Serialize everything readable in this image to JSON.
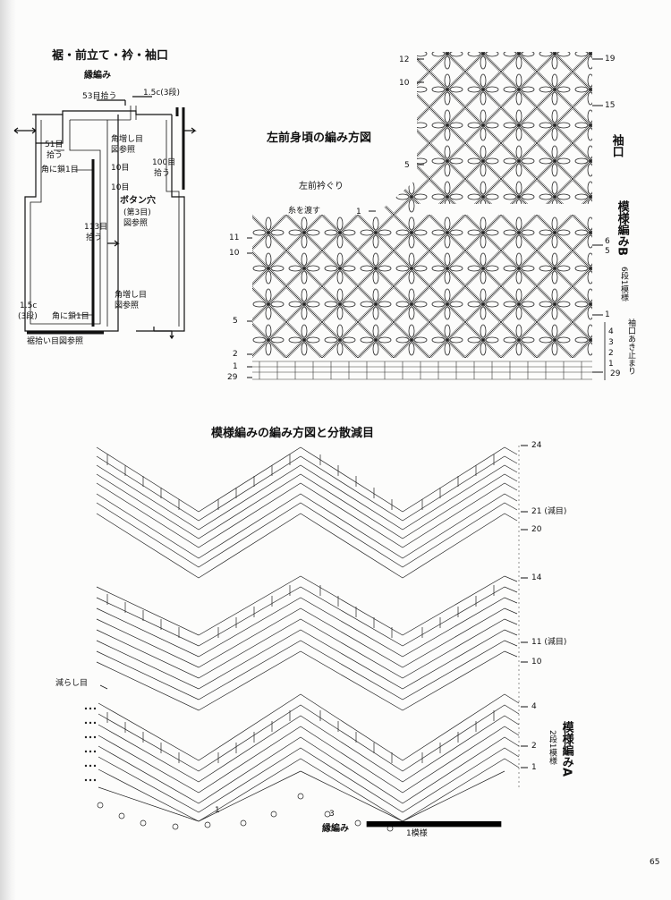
{
  "schematic": {
    "title": "裾・前立て・衿・袖口",
    "subtitle": "縁編み",
    "labels": {
      "pick_53": "53目拾う",
      "pick_15_3": "1.5c(3段)",
      "pick_51": "51目",
      "pick_51b": "拾う",
      "corner_inc": "角増し目",
      "corner_inc_ref": "図参照",
      "corner_chain": "角に鎖1目",
      "ten_a": "10目",
      "ten_b": "10目",
      "pick_100": "100目",
      "pick_100b": "拾う",
      "buttonhole": "ボタン穴",
      "buttonhole_3": "(第3目)",
      "buttonhole_ref": "図参照",
      "pick_113": "113目",
      "pick_113b": "拾う",
      "corner_inc2": "角増し目",
      "corner_inc2_ref": "図参照",
      "bottom_15": "1.5c",
      "bottom_3": "(3段)",
      "corner_chain2": "角に鎖1目",
      "hem_ref": "裾拾い目図参照"
    }
  },
  "front_chart": {
    "title": "左前身頃の編み方図",
    "neck_label": "左前衿ぐり",
    "thread_cut": "糸を渡す",
    "left_rows": [
      "12",
      "10",
      "5",
      "1",
      "11",
      "10",
      "5",
      "2",
      "1",
      "29"
    ],
    "right_rows": [
      "19",
      "15",
      "6",
      "5",
      "1",
      "4",
      "3",
      "2",
      "1",
      "29"
    ],
    "sleeve_label": "袖口",
    "pattern_b": "模様編みB",
    "pattern_b_repeat": "6段1模様",
    "sleeve_open": "袖口あき止まり"
  },
  "zigzag_chart": {
    "title": "模様編みの編み方図と分散減目",
    "decrease_label": "減らし目",
    "row_labels": [
      "24",
      "21 (減目)",
      "20",
      "14",
      "11 (減目)",
      "10",
      "4",
      "2",
      "1"
    ],
    "pattern_a": "模様編みA",
    "pattern_a_repeat": "2段1模様",
    "edge_label": "縁編み",
    "repeat_label": "1模様",
    "marker_3": "3",
    "marker_1": "1"
  },
  "page_number": "65"
}
